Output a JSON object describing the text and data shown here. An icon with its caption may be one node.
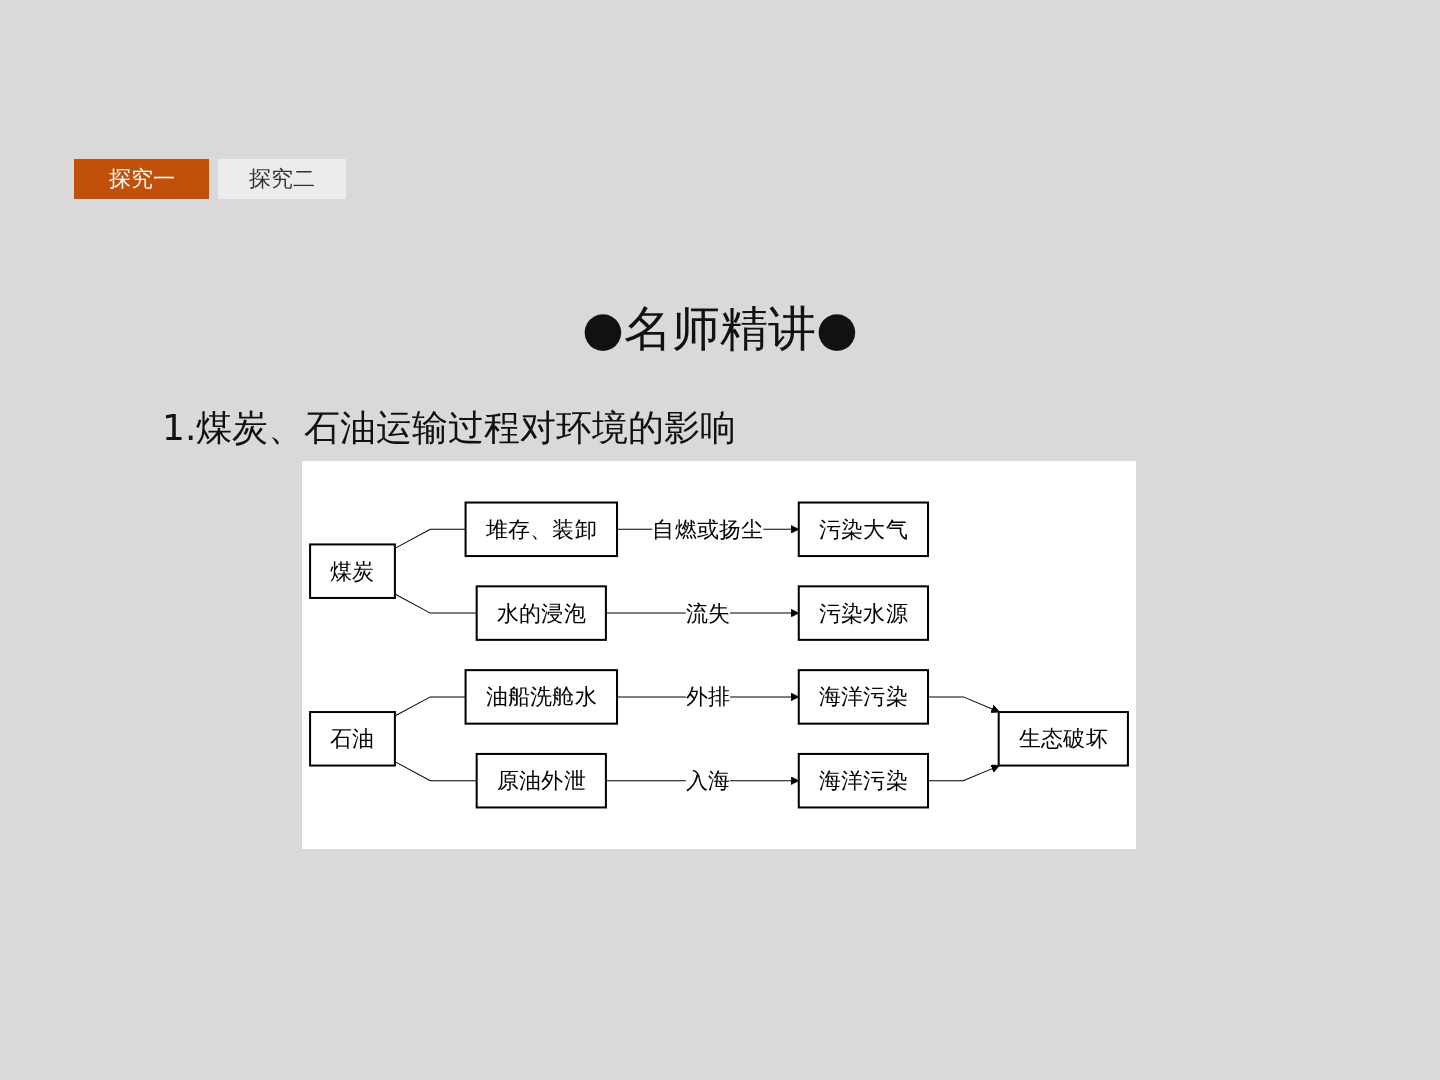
{
  "diagram": {
    "title": "●名师精讲●",
    "nodes": [
      {
        "text": [
          "煤炭"
        ]
      },
      {
        "text": [
          "堆存、装卸"
        ]
      },
      {
        "text": [
          "水的浸泡"
        ]
      },
      {
        "text": [
          "污染大气"
        ]
      },
      {
        "text": [
          "污染水源"
        ]
      },
      {
        "text": [
          "石油"
        ]
      },
      {
        "text": [
          "油船洗舱水"
        ]
      },
      {
        "text": [
          "原油外泄"
        ]
      },
      {
        "text": [
          "海洋污染"
        ]
      },
      {
        "text": [
          "海洋污染"
        ]
      },
      {
        "text": [
          "生态破坏"
        ]
      }
    ],
    "edges": [
      {
        "from": 0,
        "to": 1,
        "arrow": "none"
      },
      {
        "from": 0,
        "to": 2,
        "arrow": "none"
      },
      {
        "from": 1,
        "to": 3,
        "arrow": "to",
        "label": "自燃或扬尘"
      },
      {
        "from": 2,
        "to": 4,
        "arrow": "to",
        "label": "流失"
      },
      {
        "from": 5,
        "to": 6,
        "arrow": "none"
      },
      {
        "from": 5,
        "to": 7,
        "arrow": "none"
      },
      {
        "from": 6,
        "to": 8,
        "arrow": "to",
        "label": "外排"
      },
      {
        "from": 7,
        "to": 9,
        "arrow": "to",
        "label": "入海"
      },
      {
        "from": 8,
        "to": 10,
        "arrow": "to"
      },
      {
        "from": 9,
        "to": 10,
        "arrow": "to"
      }
    ],
    "labels": [
      "探究一",
      "探究二",
      "1.煤炭、石油运输过程对环境的影响"
    ]
  }
}
